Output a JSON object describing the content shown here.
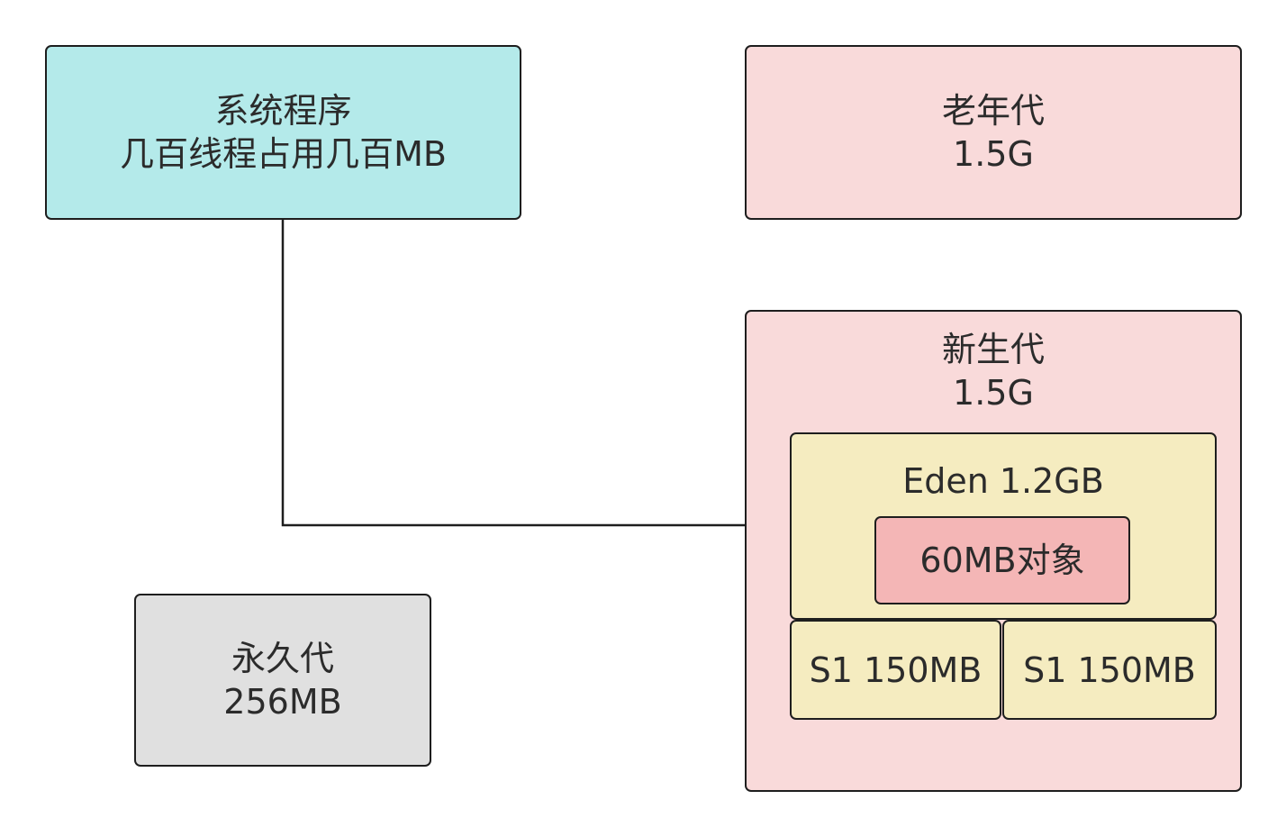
{
  "system_program": {
    "line1": "系统程序",
    "line2": "几百线程占用几百MB"
  },
  "old_generation": {
    "line1": "老年代",
    "line2": "1.5G"
  },
  "young_generation": {
    "line1": "新生代",
    "line2": "1.5G",
    "eden": {
      "label": "Eden 1.2GB",
      "object_label": "60MB对象"
    },
    "survivors": [
      {
        "label": "S1 150MB"
      },
      {
        "label": "S1 150MB"
      }
    ]
  },
  "permanent_generation": {
    "line1": "永久代",
    "line2": "256MB"
  },
  "colors": {
    "system_program": "#b4eaea",
    "old_generation": "#f9dada",
    "young_generation": "#f9dada",
    "eden": "#f5ecc0",
    "object": "#f4b6b6",
    "permanent_generation": "#e0e0e0",
    "stroke": "#1e1e1e"
  }
}
